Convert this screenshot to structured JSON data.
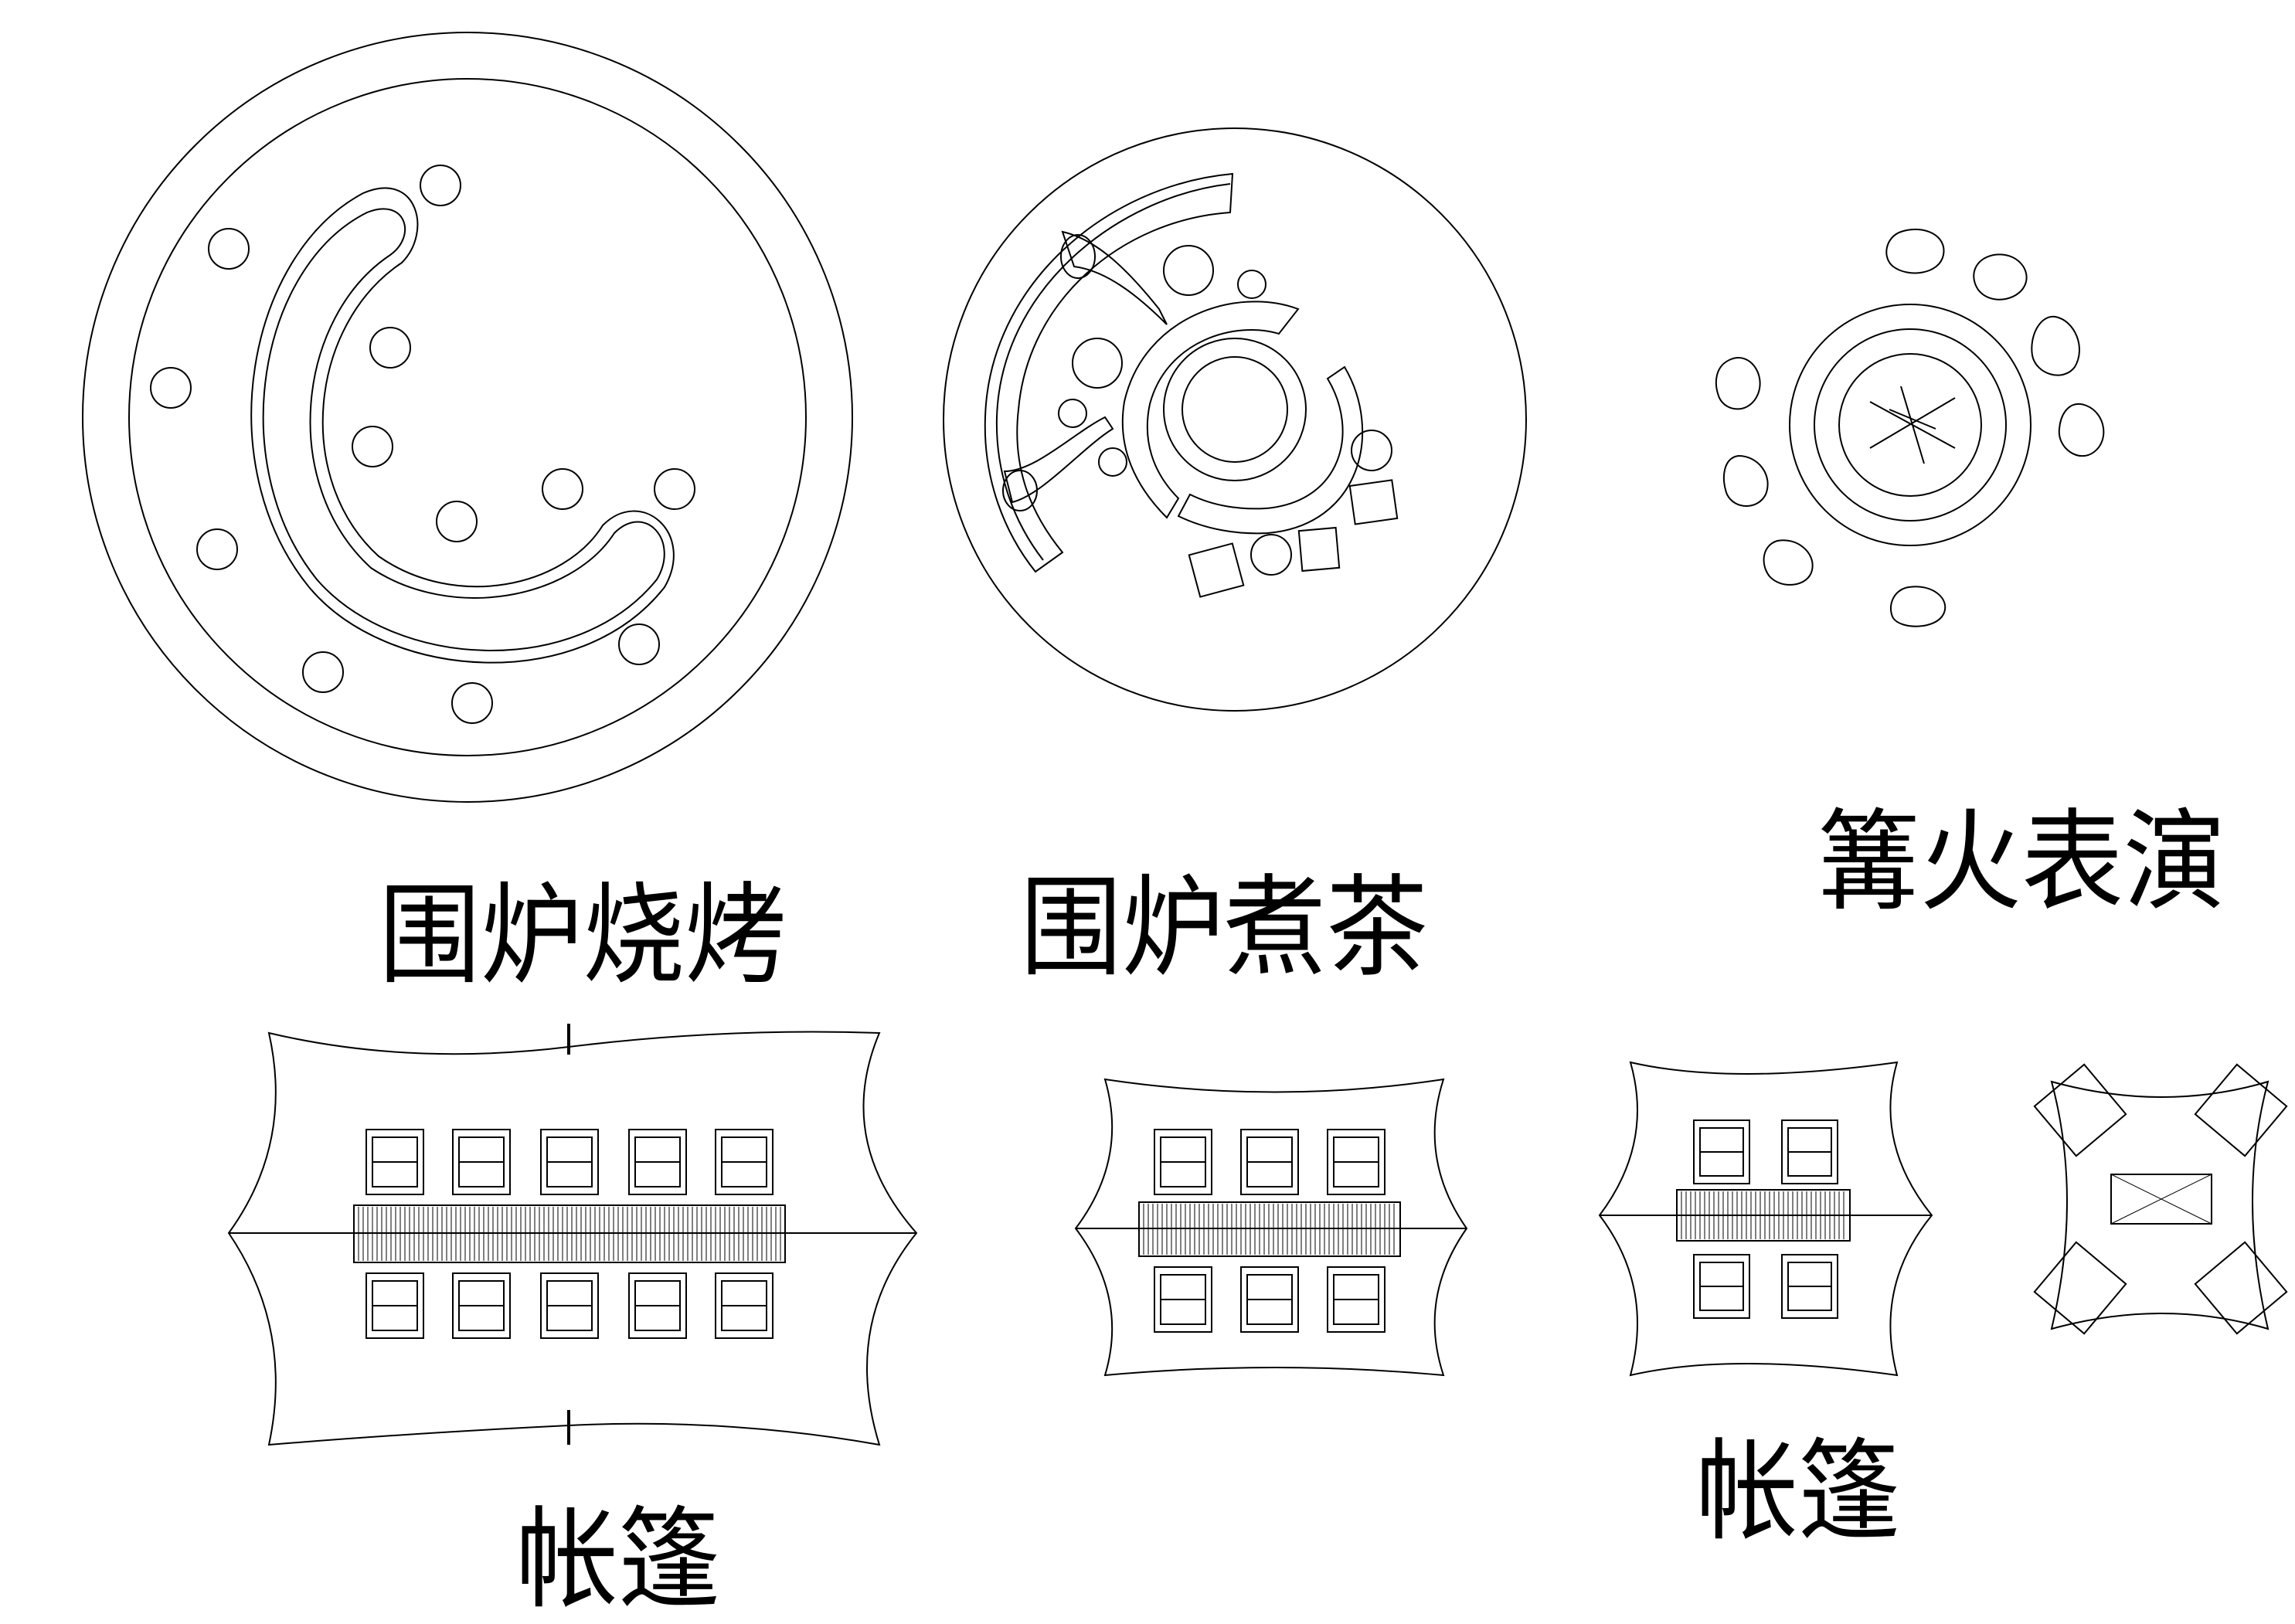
{
  "labels": {
    "bbq": "围炉烧烤",
    "tea": "围炉煮茶",
    "bonfire": "篝火表演",
    "tent_large": "帐篷",
    "tent_small": "帐篷"
  },
  "colors": {
    "line": "#000000",
    "background": "#ffffff"
  }
}
